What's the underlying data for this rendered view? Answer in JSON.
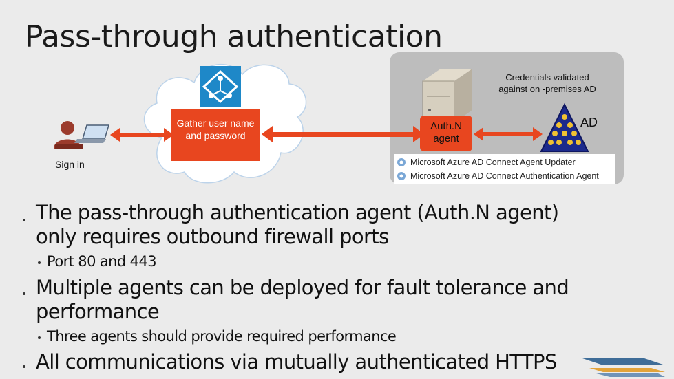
{
  "title": "Pass-through authentication",
  "diagram": {
    "cloud_label": "Gather user name and password",
    "agent_label": "Auth.N agent",
    "credentials_note": "Credentials validated against on -premises AD",
    "ad_label": "AD",
    "signin_label": "Sign in",
    "services": [
      "Microsoft Azure AD Connect Agent Updater",
      "Microsoft Azure AD Connect Authentication Agent"
    ]
  },
  "bullets": [
    {
      "text": "The pass-through authentication agent (Auth.N agent) only requires outbound firewall ports",
      "sub": [
        "Port 80 and 443"
      ]
    },
    {
      "text": "Multiple agents can be deployed for fault tolerance and performance",
      "sub": [
        "Three agents should provide required performance"
      ]
    },
    {
      "text": "All communications via mutually authenticated HTTPS",
      "sub": []
    }
  ],
  "colors": {
    "orange": "#e8461f",
    "azure_blue": "#1e88c8",
    "panel_gray": "#bdbdbd"
  }
}
